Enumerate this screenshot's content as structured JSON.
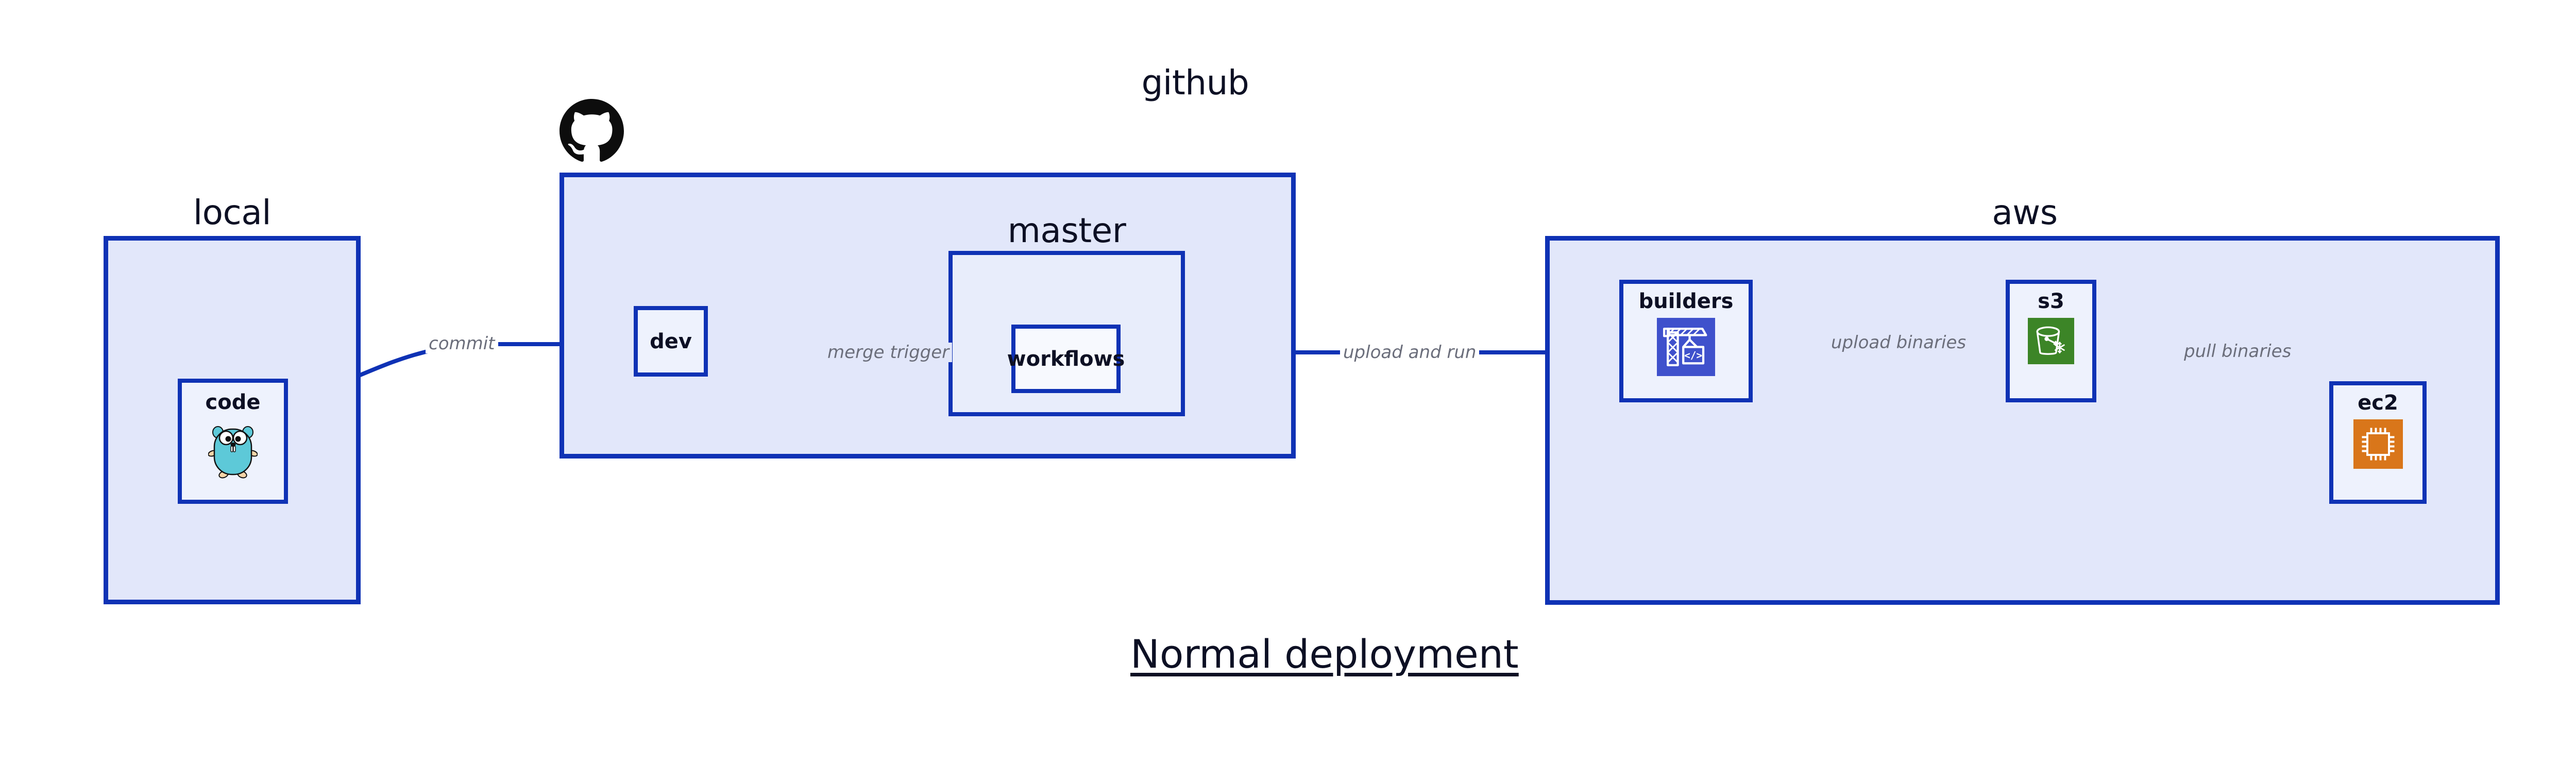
{
  "diagram": {
    "caption": "Normal deployment",
    "accent_color": "#0f32b5",
    "group_fill": "#e2e7fa",
    "node_fill": "#eef2fd",
    "label_color": "#6b6e7b"
  },
  "groups": {
    "local": {
      "label": "local"
    },
    "github": {
      "label": "github",
      "logo": "github-mark-icon"
    },
    "master": {
      "label": "master"
    },
    "aws": {
      "label": "aws"
    }
  },
  "nodes": {
    "code": {
      "label": "code",
      "icon": "go-gopher-icon"
    },
    "dev": {
      "label": "dev",
      "icon": "none"
    },
    "workflows": {
      "label": "workflows",
      "icon": "none"
    },
    "builders": {
      "label": "builders",
      "icon": "crane-icon",
      "icon_color": "#3f51cc"
    },
    "s3": {
      "label": "s3",
      "icon": "s3-bucket-icon",
      "icon_color": "#3c8527"
    },
    "ec2": {
      "label": "ec2",
      "icon": "cpu-chip-icon",
      "icon_color": "#d9761a"
    }
  },
  "edges": [
    {
      "id": "commit",
      "label": "commit",
      "from": "code",
      "to": "dev"
    },
    {
      "id": "merge-trigger",
      "label": "merge trigger",
      "from": "dev",
      "to": "workflows"
    },
    {
      "id": "upload-and-run",
      "label": "upload and run",
      "from": "workflows",
      "to": "builders"
    },
    {
      "id": "upload-binaries",
      "label": "upload binaries",
      "from": "builders",
      "to": "s3"
    },
    {
      "id": "pull-binaries",
      "label": "pull binaries",
      "from": "s3",
      "to": "ec2"
    }
  ]
}
